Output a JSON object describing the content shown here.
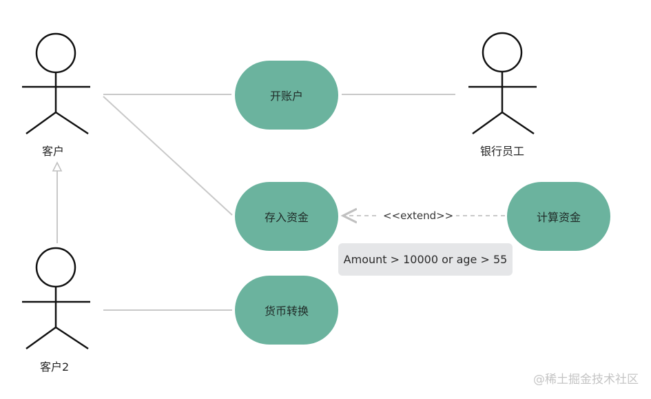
{
  "actors": {
    "customer": {
      "label": "客户"
    },
    "bank_staff": {
      "label": "银行员工"
    },
    "customer2": {
      "label": "客户2"
    }
  },
  "use_cases": {
    "open_account": {
      "label": "开账户"
    },
    "deposit": {
      "label": "存入资金"
    },
    "calculate": {
      "label": "计算资金"
    },
    "currency_exchange": {
      "label": "货币转换"
    }
  },
  "relations": {
    "extend_label": "<<extend>>"
  },
  "note": {
    "text": "Amount > 10000 or age > 55"
  },
  "watermark": {
    "text": "@稀土掘金技术社区"
  },
  "colors": {
    "use_case_fill": "#6bb39e",
    "connector": "#c8c8c8",
    "note_fill": "#e5e6e8",
    "actor_stroke": "#111111"
  }
}
